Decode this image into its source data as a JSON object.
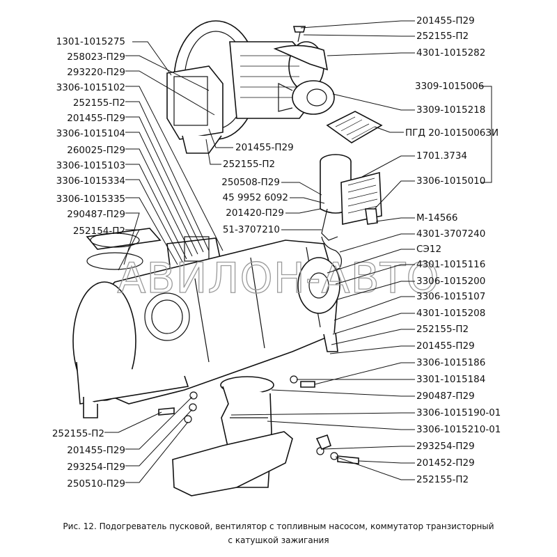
{
  "watermark": "АВИЛОН-АВТО",
  "caption": {
    "line1": "Рис. 12. Подогреватель пусковой, вентилятор с топливным насосом, коммутатор транзисторный",
    "line2": "с катушкой зажигания"
  },
  "group_label": "3309-1015006",
  "labels_left": [
    "1301-1015275",
    "258023-П29",
    "293220-П29",
    "3306-1015102",
    "252155-П2",
    "201455-П29",
    "3306-1015104",
    "260025-П29",
    "3306-1015103",
    "3306-1015334",
    "3306-1015335",
    "290487-П29",
    "252154-П2"
  ],
  "labels_bottom_left": [
    "252155-П2",
    "201455-П29",
    "293254-П29",
    "250510-П29"
  ],
  "labels_mid": [
    "201455-П29",
    "252155-П2",
    "250508-П29",
    "45 9952 6092",
    "201420-П29",
    "51-3707210"
  ],
  "labels_right": [
    "201455-П29",
    "252155-П2",
    "4301-1015282",
    "3309-1015218",
    "ПГД 20-1015006ЗИ",
    "1701.3734",
    "3306-1015010",
    "М-14566",
    "4301-3707240",
    "СЭ12",
    "4301-1015116",
    "3306-1015200",
    "3306-1015107",
    "4301-1015208",
    "252155-П2",
    "201455-П29",
    "3306-1015186",
    "3301-1015184",
    "290487-П29",
    "3306-1015190-01",
    "3306-1015210-01",
    "293254-П29",
    "201452-П29",
    "252155-П2"
  ]
}
